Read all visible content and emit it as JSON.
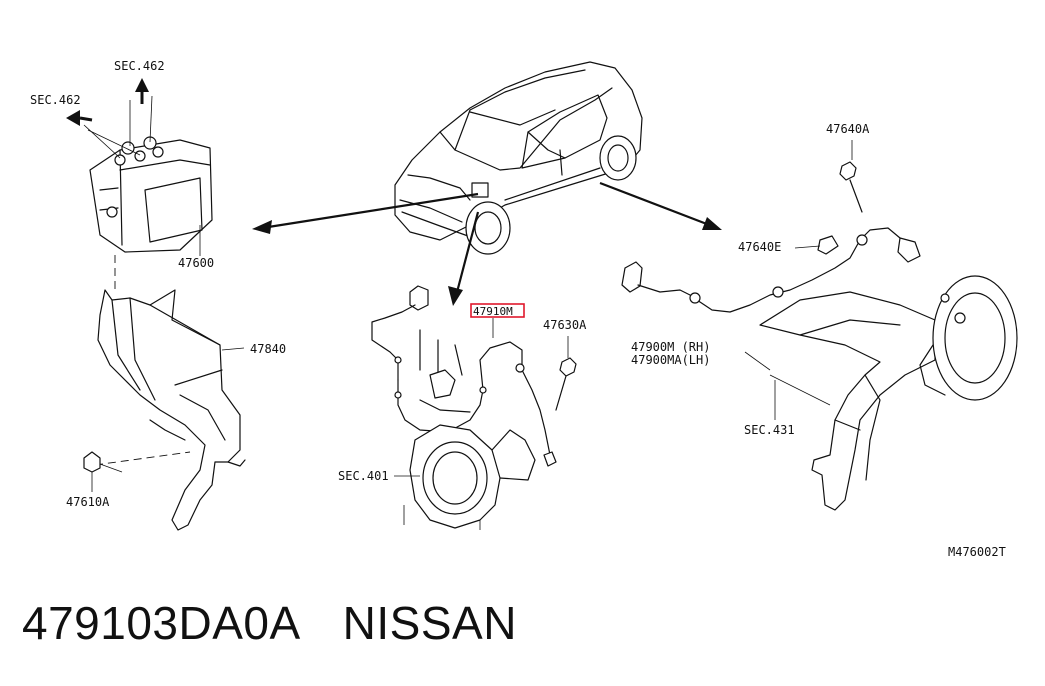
{
  "diagram": {
    "labels": {
      "sec462_top": "SEC.462",
      "sec462_left": "SEC.462",
      "abs_actuator": "47600",
      "bracket": "47840",
      "bolt_bracket": "47610A",
      "front_sensor_highlighted": "47910M",
      "front_bolt": "47630A",
      "sec401": "SEC.401",
      "rear_bolt": "47640A",
      "rear_clip": "47640E",
      "rear_sensor_rh": "47900M (RH)",
      "rear_sensor_lh": "47900MA(LH)",
      "sec431": "SEC.431",
      "drawing_code": "M476002T"
    },
    "highlight_color": "#e0182c"
  },
  "caption": {
    "part_number": "479103DA0A",
    "brand": "NISSAN"
  }
}
